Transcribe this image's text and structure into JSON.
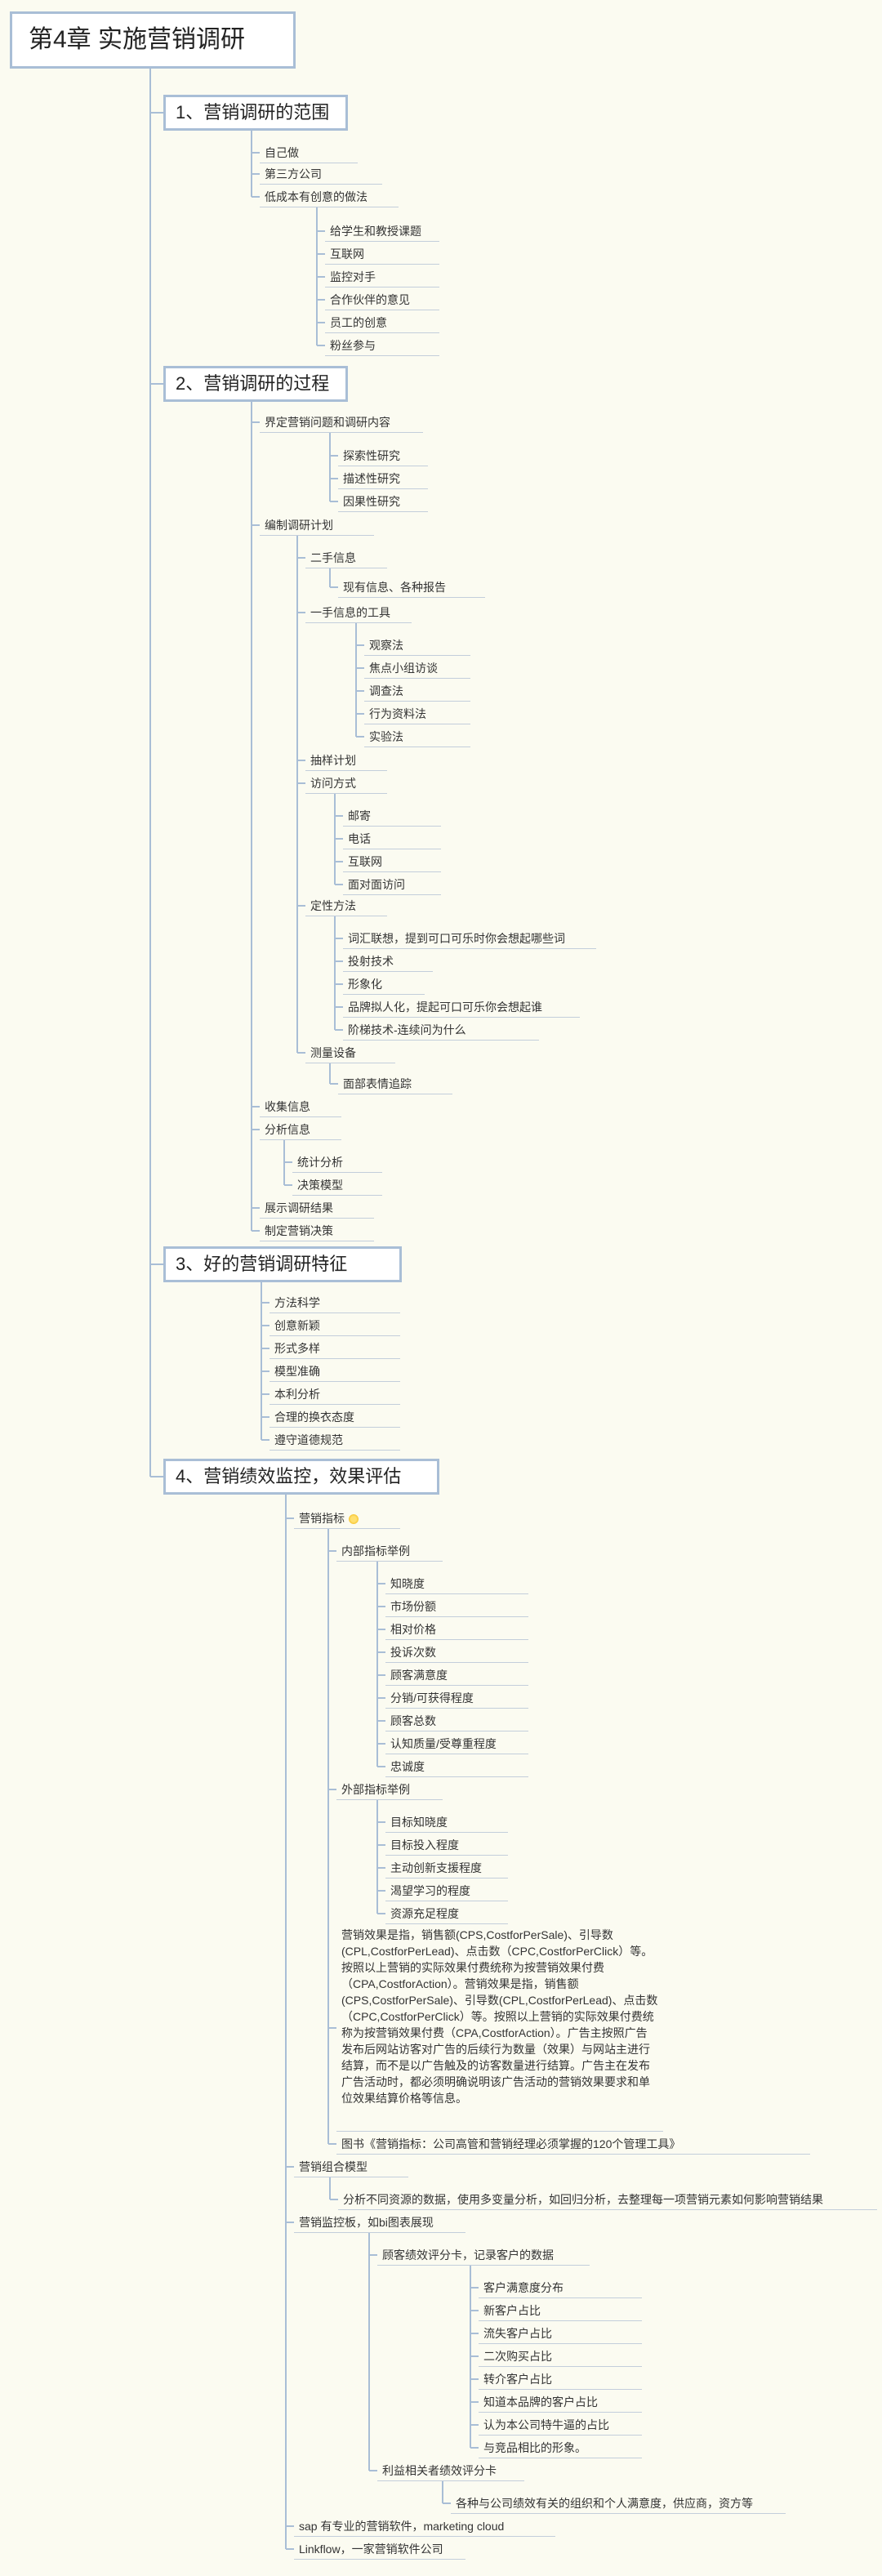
{
  "root": {
    "label": "第4章 实施营销调研",
    "children": [
      {
        "label": "1、营销调研的范围",
        "children": [
          {
            "label": "自己做"
          },
          {
            "label": "第三方公司"
          },
          {
            "label": "低成本有创意的做法",
            "children": [
              {
                "label": "给学生和教授课题"
              },
              {
                "label": "互联网"
              },
              {
                "label": "监控对手"
              },
              {
                "label": "合作伙伴的意见"
              },
              {
                "label": "员工的创意"
              },
              {
                "label": "粉丝参与"
              }
            ]
          }
        ]
      },
      {
        "label": "2、营销调研的过程",
        "children": [
          {
            "label": "界定营销问题和调研内容",
            "children": [
              {
                "label": "探索性研究"
              },
              {
                "label": "描述性研究"
              },
              {
                "label": "因果性研究"
              }
            ]
          },
          {
            "label": "编制调研计划",
            "children": [
              {
                "label": "二手信息",
                "children": [
                  {
                    "label": "现有信息、各种报告"
                  }
                ]
              },
              {
                "label": "一手信息的工具",
                "children": [
                  {
                    "label": "观察法"
                  },
                  {
                    "label": "焦点小组访谈"
                  },
                  {
                    "label": "调查法"
                  },
                  {
                    "label": "行为资料法"
                  },
                  {
                    "label": "实验法"
                  }
                ]
              },
              {
                "label": "抽样计划"
              },
              {
                "label": "访问方式",
                "children": [
                  {
                    "label": "邮寄"
                  },
                  {
                    "label": "电话"
                  },
                  {
                    "label": "互联网"
                  },
                  {
                    "label": "面对面访问"
                  }
                ]
              },
              {
                "label": "定性方法",
                "children": [
                  {
                    "label": "词汇联想，提到可口可乐时你会想起哪些词"
                  },
                  {
                    "label": "投射技术"
                  },
                  {
                    "label": "形象化"
                  },
                  {
                    "label": "品牌拟人化，提起可口可乐你会想起谁"
                  },
                  {
                    "label": "阶梯技术-连续问为什么"
                  }
                ]
              },
              {
                "label": "测量设备",
                "children": [
                  {
                    "label": "面部表情追踪"
                  }
                ]
              }
            ]
          },
          {
            "label": "收集信息"
          },
          {
            "label": "分析信息",
            "children": [
              {
                "label": "统计分析"
              },
              {
                "label": "决策模型"
              }
            ]
          },
          {
            "label": "展示调研结果"
          },
          {
            "label": "制定营销决策"
          }
        ]
      },
      {
        "label": "3、好的营销调研特征",
        "children": [
          {
            "label": "方法科学"
          },
          {
            "label": "创意新颖"
          },
          {
            "label": "形式多样"
          },
          {
            "label": "模型准确"
          },
          {
            "label": "本利分析"
          },
          {
            "label": "合理的换衣态度"
          },
          {
            "label": "遵守道德规范"
          }
        ]
      },
      {
        "label": "4、营销绩效监控，效果评估",
        "children": [
          {
            "label": "营销指标",
            "star": true,
            "children": [
              {
                "label": "内部指标举例",
                "children": [
                  {
                    "label": "知晓度"
                  },
                  {
                    "label": "市场份额"
                  },
                  {
                    "label": "相对价格"
                  },
                  {
                    "label": "投诉次数"
                  },
                  {
                    "label": "顾客满意度"
                  },
                  {
                    "label": "分销/可获得程度"
                  },
                  {
                    "label": "顾客总数"
                  },
                  {
                    "label": "认知质量/受尊重程度"
                  },
                  {
                    "label": "忠诚度"
                  }
                ]
              },
              {
                "label": "外部指标举例",
                "children": [
                  {
                    "label": "目标知晓度"
                  },
                  {
                    "label": "目标投入程度"
                  },
                  {
                    "label": "主动创新支援程度"
                  },
                  {
                    "label": "渴望学习的程度"
                  },
                  {
                    "label": "资源充足程度"
                  }
                ]
              },
              {
                "label": "营销效果是指，销售额(CPS,CostforPerSale)、引导数(CPL,CostforPerLead)、点击数（CPC,CostforPerClick）等。按照以上营销的实际效果付费统称为按营销效果付费（CPA,CostforAction）。营销效果是指，销售额(CPS,CostforPerSale)、引导数(CPL,CostforPerLead)、点击数（CPC,CostforPerClick）等。按照以上营销的实际效果付费统称为按营销效果付费（CPA,CostforAction）。广告主按照广告发布后网站访客对广告的后续行为数量（效果）与网站主进行结算，而不是以广告触及的访客数量进行结算。广告主在发布广告活动时，都必须明确说明该广告活动的营销效果要求和单位效果结算价格等信息。",
                "multi": true
              },
              {
                "label": "图书《营销指标：公司高管和营销经理必须掌握的120个管理工具》"
              }
            ]
          },
          {
            "label": "营销组合模型",
            "children": [
              {
                "label": "分析不同资源的数据，使用多变量分析，如回归分析，去整理每一项营销元素如何影响营销结果"
              }
            ]
          },
          {
            "label": "营销监控板，如bi图表展现",
            "children": [
              {
                "label": "顾客绩效评分卡，记录客户的数据",
                "children": [
                  {
                    "label": "客户满意度分布"
                  },
                  {
                    "label": "新客户占比"
                  },
                  {
                    "label": "流失客户占比"
                  },
                  {
                    "label": "二次购买占比"
                  },
                  {
                    "label": "转介客户占比"
                  },
                  {
                    "label": "知道本品牌的客户占比"
                  },
                  {
                    "label": "认为本公司特牛逼的占比"
                  },
                  {
                    "label": "与竞品相比的形象。"
                  }
                ]
              },
              {
                "label": "利益相关者绩效评分卡",
                "children": [
                  {
                    "label": "各种与公司绩效有关的组织和个人满意度，供应商，资方等"
                  }
                ]
              }
            ]
          },
          {
            "label": "sap 有专业的营销软件，marketing cloud"
          },
          {
            "label": "Linkflow，一家营销软件公司"
          }
        ]
      }
    ]
  }
}
